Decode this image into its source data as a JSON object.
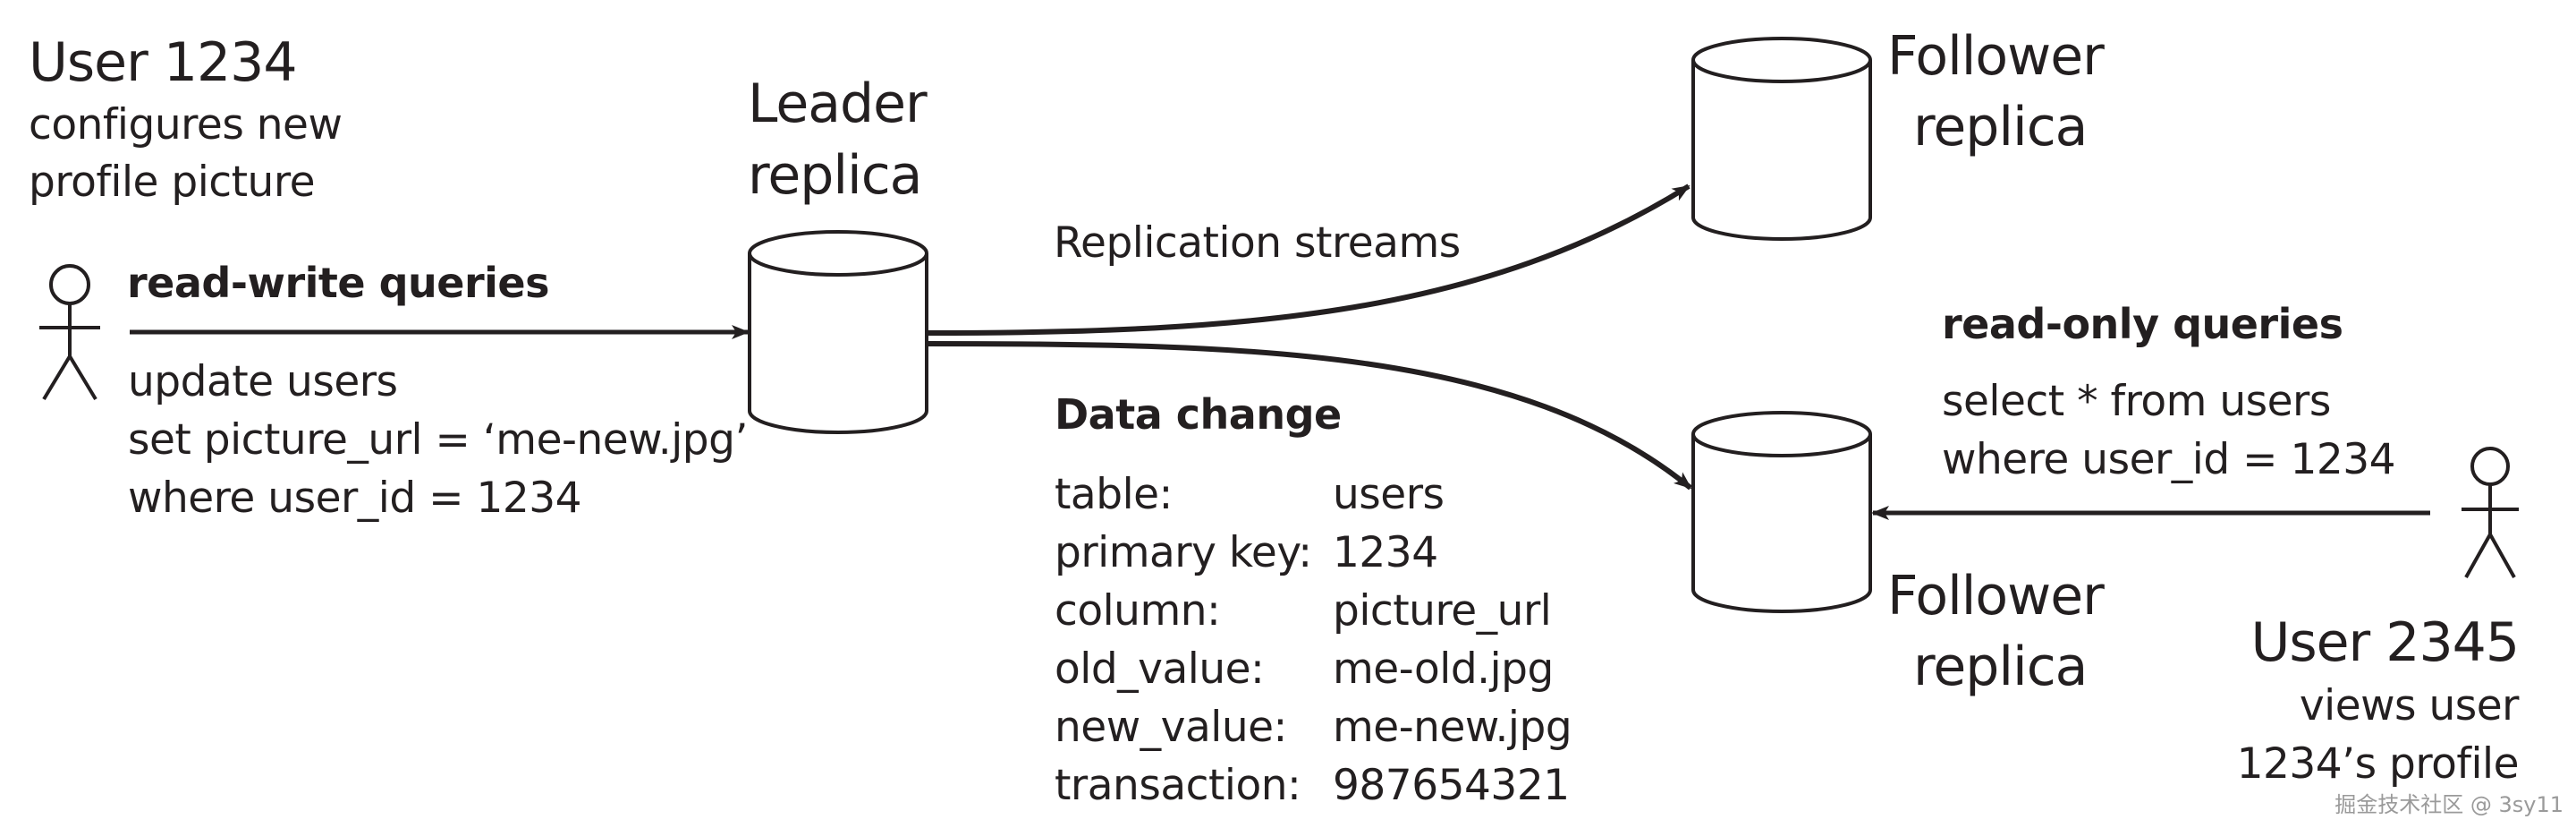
{
  "colors": {
    "ink": "#231f20",
    "background": "#ffffff",
    "watermark": "#9a9a9a"
  },
  "user_1234": {
    "name": "User 1234",
    "action_line1": "configures new",
    "action_line2": "profile picture"
  },
  "write_query": {
    "heading": "read-write queries",
    "line1": "update users",
    "line2": "set picture_url = ‘me-new.jpg’",
    "line3": "where user_id = 1234"
  },
  "leader": {
    "line1": "Leader",
    "line2": "replica"
  },
  "replication": {
    "label": "Replication streams"
  },
  "data_change": {
    "heading": "Data change",
    "rows": [
      {
        "key": "table:",
        "value": "users"
      },
      {
        "key": "primary key:",
        "value": "1234"
      },
      {
        "key": "column:",
        "value": "picture_url"
      },
      {
        "key": "old_value:",
        "value": "me-old.jpg"
      },
      {
        "key": "new_value:",
        "value": "me-new.jpg"
      },
      {
        "key": "transaction:",
        "value": "987654321"
      }
    ]
  },
  "follower_top": {
    "line1": "Follower",
    "line2": "replica"
  },
  "follower_bottom": {
    "line1": "Follower",
    "line2": "replica"
  },
  "read_query": {
    "heading": "read-only queries",
    "line1": "select * from users",
    "line2": "where user_id = 1234"
  },
  "user_2345": {
    "name": "User 2345",
    "action_line1": "views user",
    "action_line2": "1234’s profile"
  },
  "watermark": {
    "text": "掘金技术社区 @ 3sy11"
  }
}
